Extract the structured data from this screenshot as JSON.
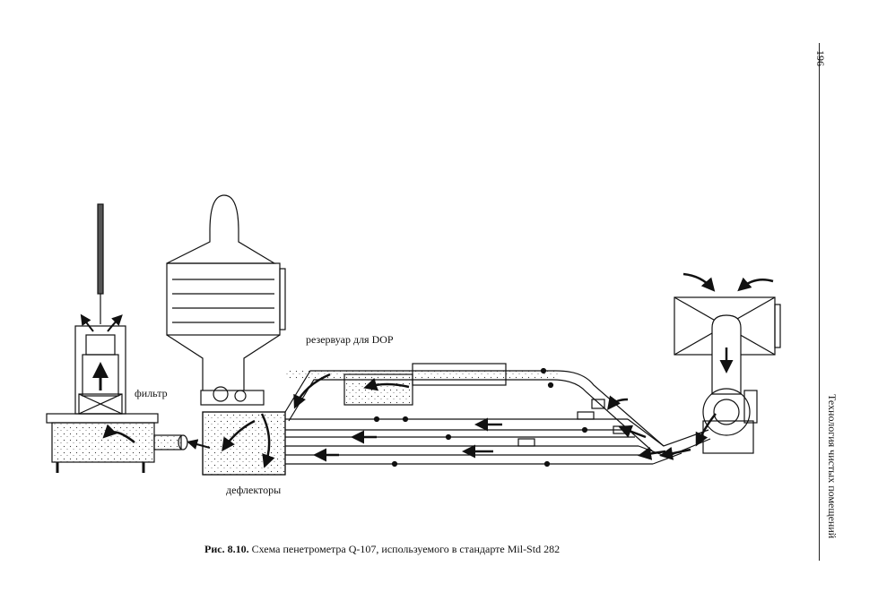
{
  "page": {
    "number": "196",
    "running_head": "Технология чистых помещений"
  },
  "figure": {
    "labels": {
      "filter": "фильтр",
      "reservoir": "резервуар для DOP",
      "deflectors": "дефлекторы"
    },
    "caption": {
      "prefix": "Рис. 8.10.",
      "text": " Схема пенетрометра Q-107, используемого в стандарте Mil-Std 282"
    }
  }
}
